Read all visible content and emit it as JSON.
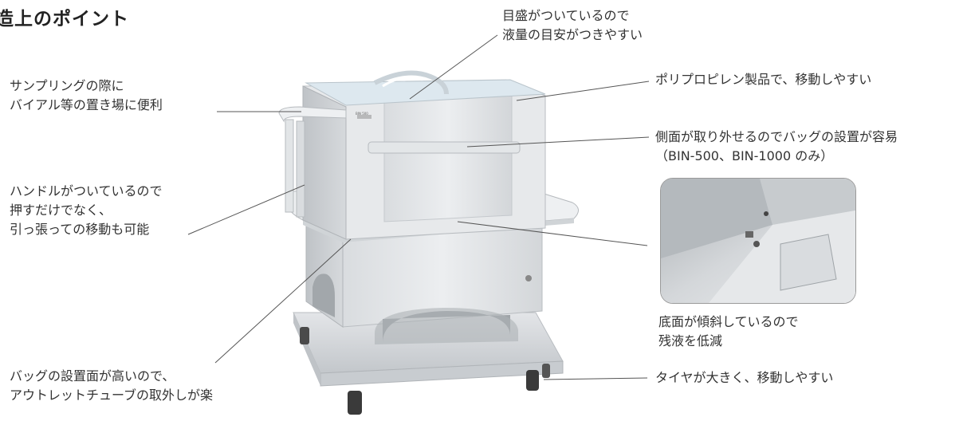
{
  "heading": "造上のポイント",
  "product_label": "BIN 500",
  "callouts": {
    "scale": [
      "目盛がついているので",
      "液量の目安がつきやすい"
    ],
    "material": [
      "ポリプロピレン製品で、移動しやすい"
    ],
    "side_panel": [
      "側面が取り外せるのでバッグの設置が容易",
      "（BIN-500、BIN-1000 のみ）"
    ],
    "vial_shelf": [
      "サンプリングの際に",
      "バイアル等の置き場に便利"
    ],
    "handle": [
      "ハンドルがついているので",
      "押すだけでなく、",
      "引っ張っての移動も可能"
    ],
    "bottom": [
      "底面が傾斜しているので",
      "残液を低減"
    ],
    "bag_height": [
      "バッグの設置面が高いので、",
      "アウトレットチューブの取外しが楽"
    ],
    "tires": [
      "タイヤが大きく、移動しやすい"
    ]
  }
}
